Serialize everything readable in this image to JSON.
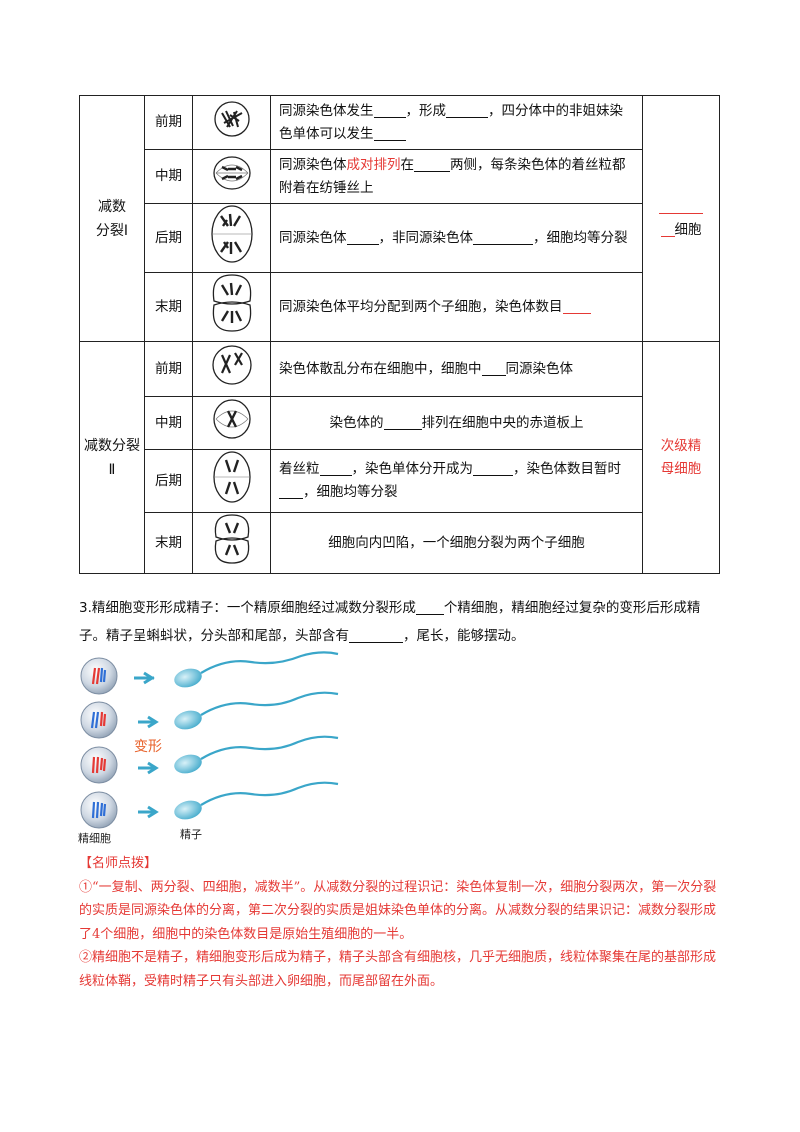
{
  "table": {
    "meiosis1": {
      "label": "减数分裂Ⅰ",
      "result": "细胞",
      "rows": [
        {
          "phase": "前期",
          "desc": [
            "同源染色体发生",
            "，形成",
            "，四分体中的非姐妹染色单体可以发生"
          ]
        },
        {
          "phase": "中期",
          "desc_pre": "同源染色体",
          "desc_red": "成对排列",
          "desc_mid": "在",
          "desc_post": "两侧，每条染色体的着丝粒都附着在纺锤丝上"
        },
        {
          "phase": "后期",
          "desc": [
            "同源染色体",
            "，非同源染色体",
            "，细胞均等分裂"
          ]
        },
        {
          "phase": "末期",
          "desc": [
            "同源染色体平均分配到两个子细胞，染色体数目"
          ]
        }
      ]
    },
    "meiosis2": {
      "label": "减数分裂Ⅱ",
      "result": "次级精母细胞",
      "rows": [
        {
          "phase": "前期",
          "desc": [
            "染色体散乱分布在细胞中，细胞中",
            "同源染色体"
          ]
        },
        {
          "phase": "中期",
          "desc": [
            "染色体的",
            "排列在细胞中央的赤道板上"
          ]
        },
        {
          "phase": "后期",
          "desc": [
            "着丝粒",
            "，染色单体分开成为",
            "，染色体数目暂时",
            "，细胞均等分裂"
          ]
        },
        {
          "phase": "末期",
          "desc": [
            "细胞向内凹陷，一个细胞分裂为两个子细胞"
          ]
        }
      ]
    }
  },
  "section3": {
    "part1": "3.精细胞变形形成精子：一个精原细胞经过减数分裂形成",
    "part2": "个精细胞，精细胞经过复杂的变形后形成精子。精子呈蝌蚪状，分头部和尾部，头部含有",
    "part3": "，尾长，能够摆动。"
  },
  "figure": {
    "transform_label": "变形",
    "spermatid_label": "精细胞",
    "sperm_label": "精子"
  },
  "tips": {
    "title": "【名师点拨】",
    "p1": "①“一复制、两分裂、四细胞，减数半”。从减数分裂的过程识记：染色体复制一次，细胞分裂两次，第一次分裂的实质是同源染色体的分离，第二次分裂的实质是姐妹染色单体的分离。从减数分裂的结果识记：减数分裂形成了4个细胞，细胞中的染色体数目是原始生殖细胞的一半。",
    "p2": "②精细胞不是精子，精细胞变形后成为精子，精子头部含有细胞核，几乎无细胞质，线粒体聚集在尾的基部形成线粒体鞘，受精时精子只有头部进入卵细胞，而尾部留在外面。"
  },
  "colors": {
    "accent_red": "#e53935",
    "figure_orange": "#e8622b",
    "sperm_blue": "#3aa6c9"
  }
}
